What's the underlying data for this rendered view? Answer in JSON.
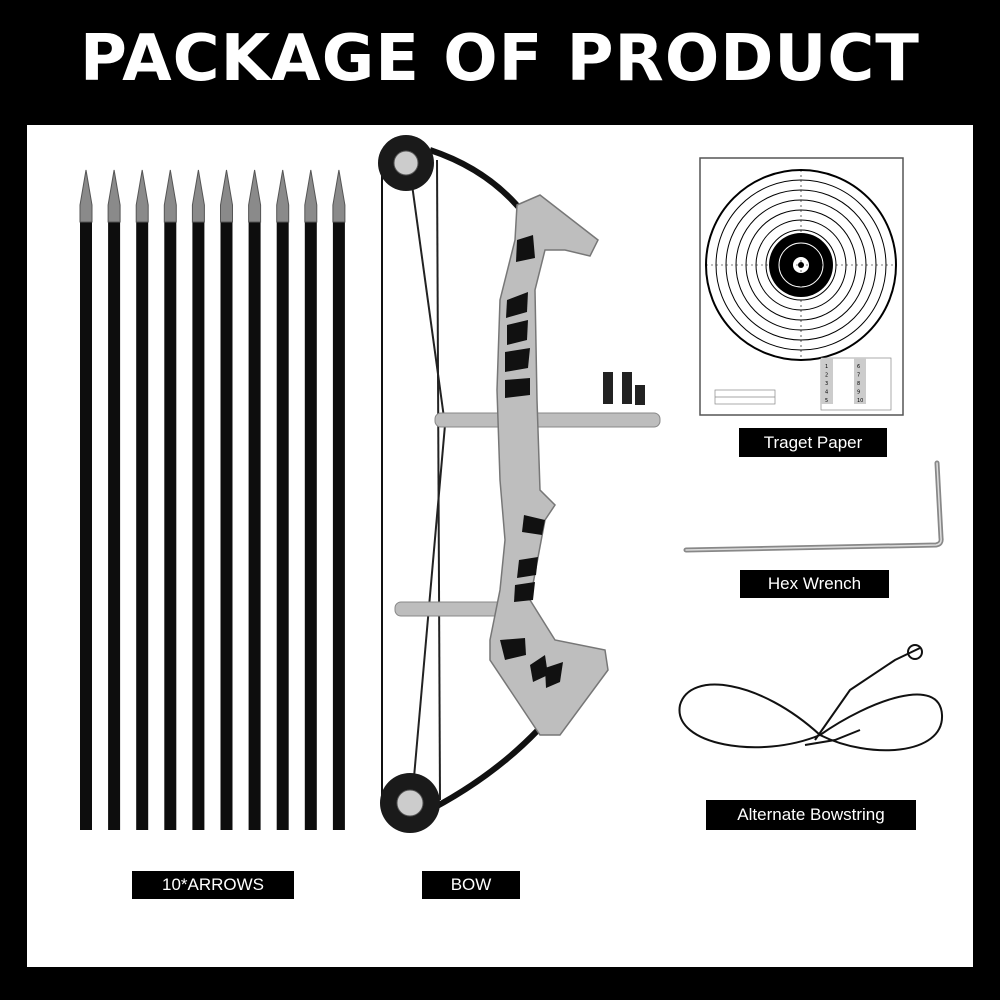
{
  "title": "PACKAGE OF PRODUCT",
  "labels": {
    "target": "Traget Paper",
    "wrench": "Hex Wrench",
    "bowstring": "Alternate Bowstring",
    "arrows": "10*ARROWS",
    "bow": "BOW"
  },
  "target_table": [
    "1",
    "2",
    "3",
    "4",
    "5",
    "6",
    "7",
    "8",
    "9",
    "10"
  ],
  "arrow_count": 10,
  "colors": {
    "background": "#000000",
    "panel": "#ffffff",
    "label_bg": "#000000",
    "metal": "#b8b8b8"
  }
}
